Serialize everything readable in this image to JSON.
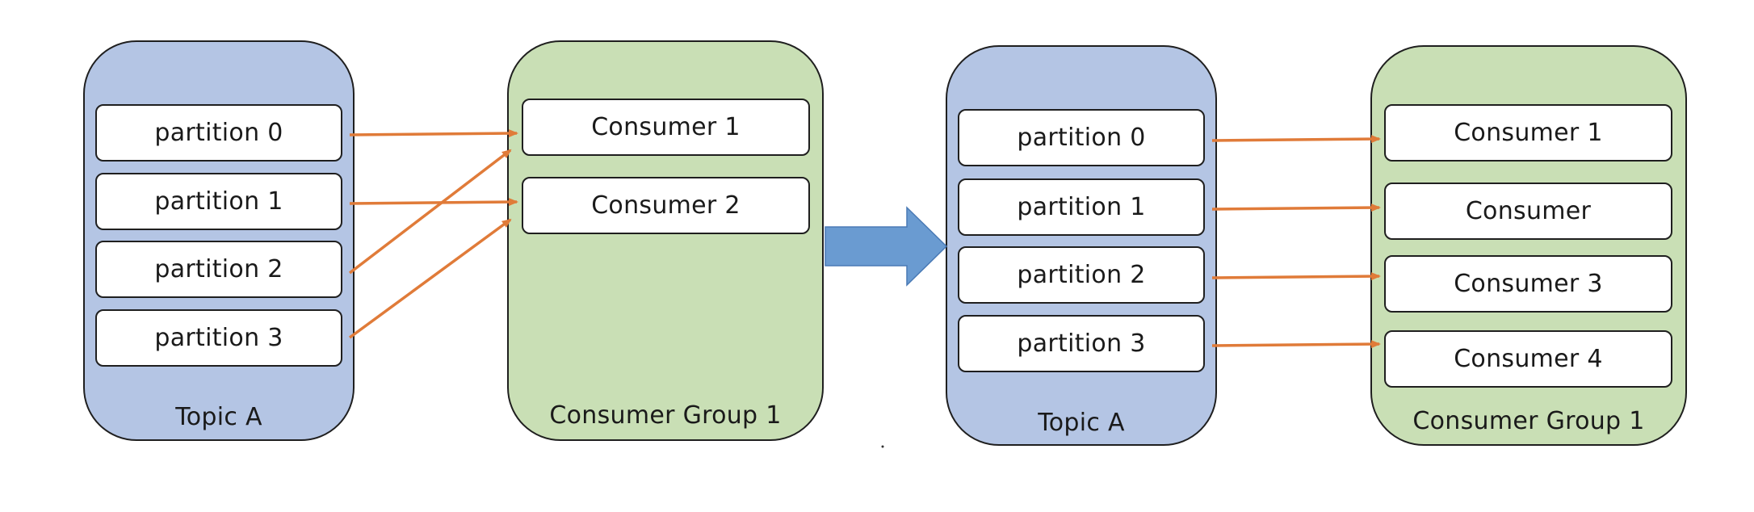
{
  "colors": {
    "topic_fill": "#b4c5e4",
    "group_fill": "#c9dfb5",
    "arrow_line": "#e07b39",
    "transition_arrow": "#6a9bd1",
    "outline": "#1f1f1f"
  },
  "left": {
    "topic": {
      "caption": "Topic A",
      "partitions": [
        "partition 0",
        "partition 1",
        "partition 2",
        "partition 3"
      ]
    },
    "group": {
      "caption": "Consumer Group 1",
      "consumers": [
        "Consumer 1",
        "Consumer 2"
      ]
    },
    "assignments": [
      {
        "from": "partition 0",
        "to": "Consumer 1"
      },
      {
        "from": "partition 1",
        "to": "Consumer 2"
      },
      {
        "from": "partition 2",
        "to": "Consumer 1"
      },
      {
        "from": "partition 3",
        "to": "Consumer 2"
      }
    ]
  },
  "transition": {
    "icon": "right-arrow-icon"
  },
  "right": {
    "topic": {
      "caption": "Topic A",
      "partitions": [
        "partition 0",
        "partition 1",
        "partition 2",
        "partition 3"
      ]
    },
    "group": {
      "caption": "Consumer Group 1",
      "consumers": [
        "Consumer 1",
        "Consumer",
        "Consumer 3",
        "Consumer 4"
      ]
    },
    "assignments": [
      {
        "from": "partition 0",
        "to": "Consumer 1"
      },
      {
        "from": "partition 1",
        "to": "Consumer"
      },
      {
        "from": "partition 2",
        "to": "Consumer 3"
      },
      {
        "from": "partition 3",
        "to": "Consumer 4"
      }
    ]
  }
}
